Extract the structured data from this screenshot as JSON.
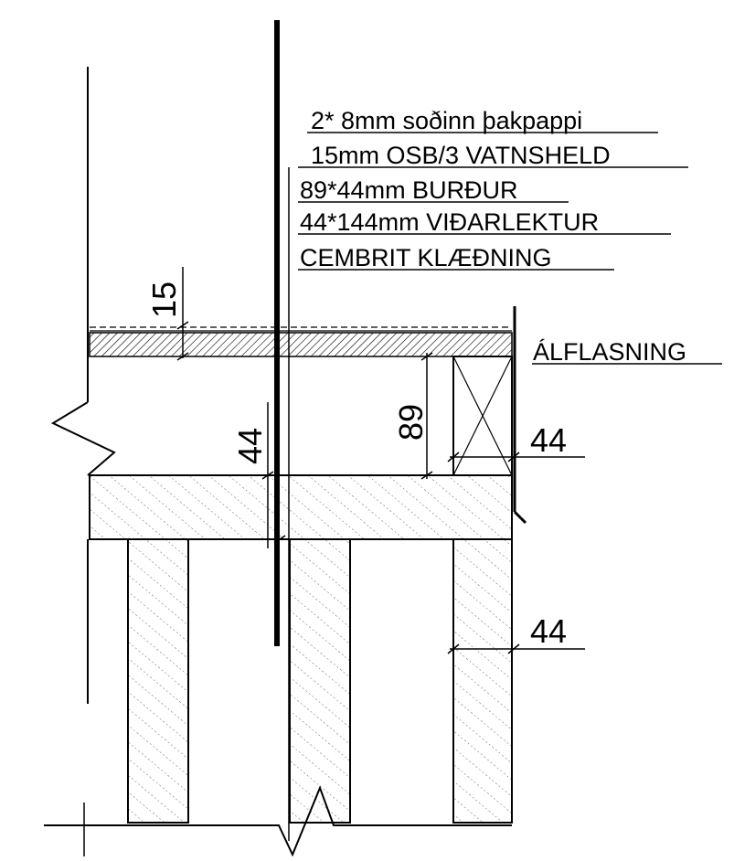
{
  "labels": {
    "layer_1": "2* 8mm soðinn þakpappi",
    "layer_2": "15mm OSB/3 VATNSHELD",
    "layer_3": "89*44mm BURÐUR",
    "layer_4": "44*144mm VIÐARLEKTUR",
    "layer_5": "CEMBRIT KLÆÐNING",
    "flashing": "ÁLFLASNING"
  },
  "dimensions": {
    "osb_thickness": "15",
    "batten_thickness": "44",
    "joist_height": "89",
    "joist_width": "44",
    "stud_width": "44"
  },
  "colors": {
    "ink": "#000000",
    "paper": "#ffffff"
  }
}
